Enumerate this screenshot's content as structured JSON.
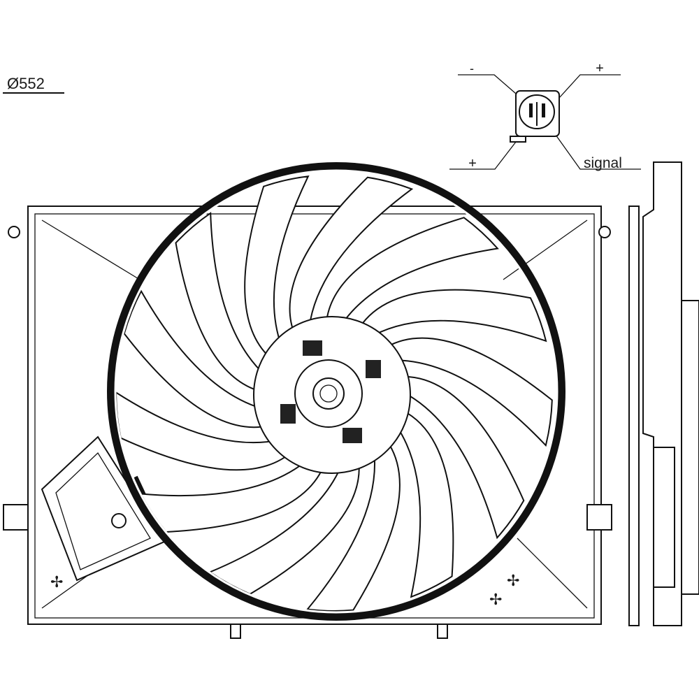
{
  "dimension": {
    "label": "Ø552"
  },
  "connector": {
    "pins": [
      {
        "label": "-"
      },
      {
        "label": "+"
      },
      {
        "label": "+"
      },
      {
        "label": "signal"
      }
    ]
  },
  "fan": {
    "blade_count": 13
  }
}
